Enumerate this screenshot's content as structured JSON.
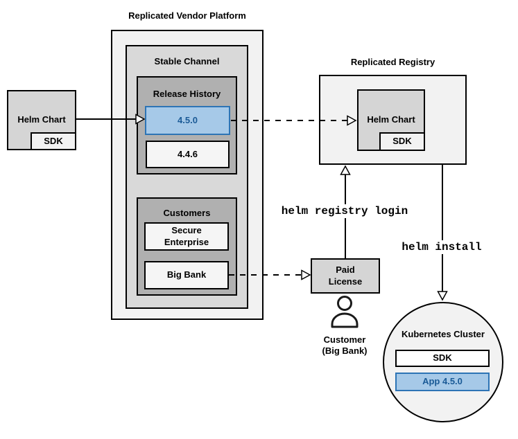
{
  "diagram": {
    "vendor_platform": {
      "title": "Replicated Vendor Platform",
      "stable_channel": {
        "title": "Stable Channel",
        "release_history": {
          "title": "Release History",
          "releases": [
            {
              "version": "4.5.0",
              "highlighted": true
            },
            {
              "version": "4.4.6",
              "highlighted": false
            }
          ]
        },
        "customers": {
          "title": "Customers",
          "items": [
            "Secure Enterprise",
            "Big Bank"
          ]
        }
      }
    },
    "helm_chart_source": {
      "label": "Helm Chart",
      "sdk_label": "SDK"
    },
    "registry": {
      "title": "Replicated Registry",
      "helm_chart_label": "Helm Chart",
      "sdk_label": "SDK"
    },
    "paid_license": {
      "label": "Paid License"
    },
    "customer": {
      "label": "Customer (Big Bank)"
    },
    "cluster": {
      "title": "Kubernetes Cluster",
      "sdk_label": "SDK",
      "app_label": "App 4.5.0"
    },
    "commands": {
      "registry_login": "helm registry login",
      "install": "helm install"
    }
  },
  "colors": {
    "accent_fill": "#a6c9e8",
    "accent_border": "#2d74b5",
    "accent_text": "#1a5a96",
    "box_border": "#000000",
    "gray_lightest": "#f2f2f2",
    "gray_light": "#d9d9d9",
    "gray_mid": "#b0b0b0",
    "gray_box": "#d5d5d5",
    "item_fill": "#f5f5f5"
  }
}
